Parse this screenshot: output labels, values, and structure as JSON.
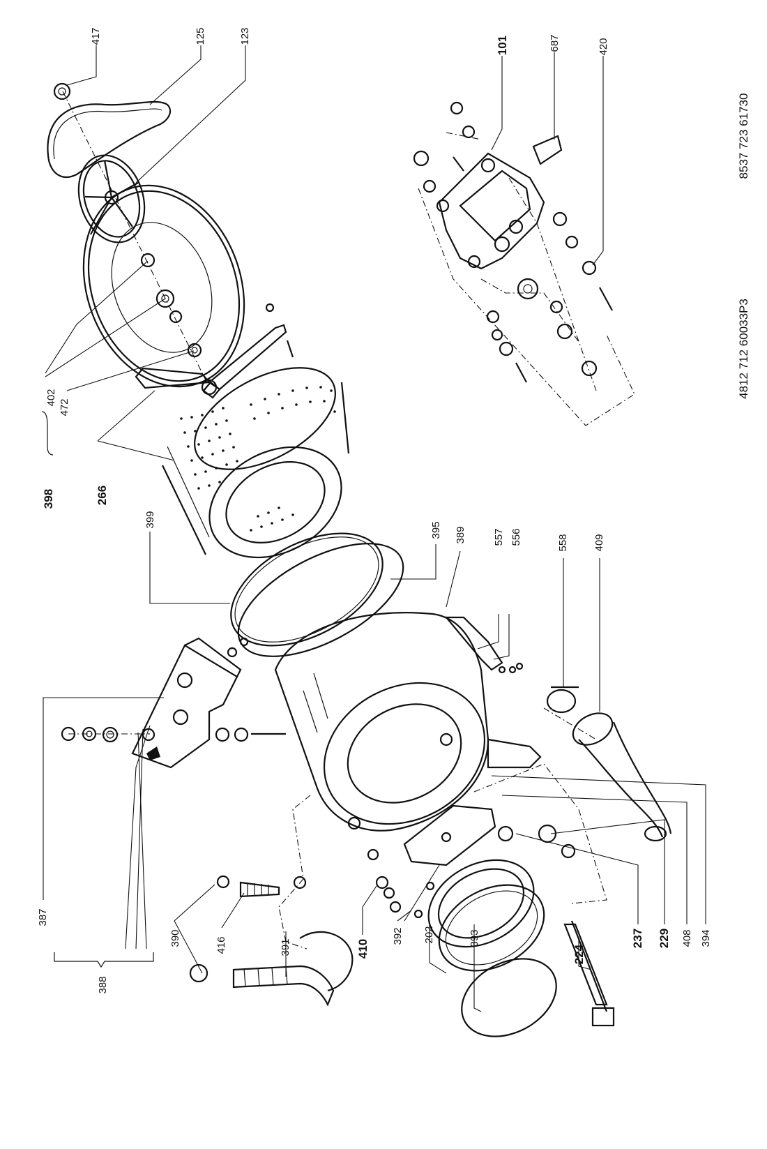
{
  "codes": {
    "top": "8537 723 61730",
    "bottom": "4812 712 60033P3"
  },
  "labels": {
    "l417": "417",
    "l125": "125",
    "l123": "123",
    "l101": "101",
    "l687": "687",
    "l420": "420",
    "l402": "402",
    "l472": "472",
    "l398": "398",
    "l266": "266",
    "l399": "399",
    "l395": "395",
    "l389": "389",
    "l557": "557",
    "l556": "556",
    "l558": "558",
    "l409": "409",
    "l387": "387",
    "l388": "388",
    "l390": "390",
    "l416": "416",
    "l391": "391",
    "l410": "410",
    "l392": "392",
    "l202": "202",
    "l393": "393",
    "l224": "224",
    "l237": "237",
    "l229": "229",
    "l408": "408",
    "l394": "394"
  }
}
